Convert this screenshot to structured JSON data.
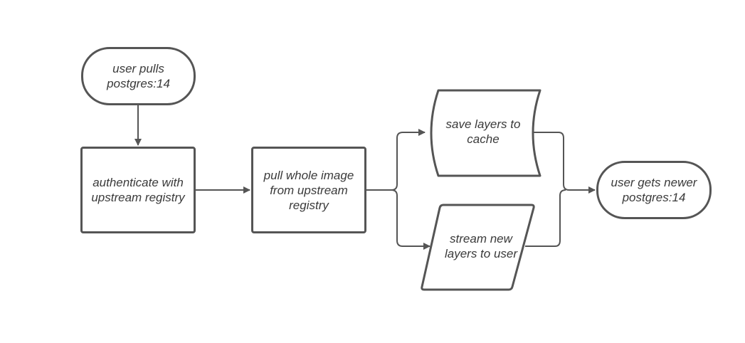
{
  "diagram": {
    "nodes": {
      "start": {
        "label": "user pulls\npostgres:14",
        "shape": "terminal"
      },
      "auth": {
        "label": "authenticate with\nupstream registry",
        "shape": "process"
      },
      "pull": {
        "label": "pull whole image\nfrom upstream\nregistry",
        "shape": "process"
      },
      "save": {
        "label": "save layers to\ncache",
        "shape": "stored-data"
      },
      "stream": {
        "label": "stream new\nlayers to user",
        "shape": "data"
      },
      "end": {
        "label": "user gets newer\npostgres:14",
        "shape": "terminal"
      }
    },
    "edges": [
      {
        "from": "start",
        "to": "auth"
      },
      {
        "from": "auth",
        "to": "pull"
      },
      {
        "from": "pull",
        "to": "save"
      },
      {
        "from": "pull",
        "to": "stream"
      },
      {
        "from": "save",
        "to": "end"
      },
      {
        "from": "stream",
        "to": "end"
      }
    ],
    "colors": {
      "stroke": "#555555",
      "text": "#3a3a3a",
      "fill": "#ffffff"
    }
  }
}
